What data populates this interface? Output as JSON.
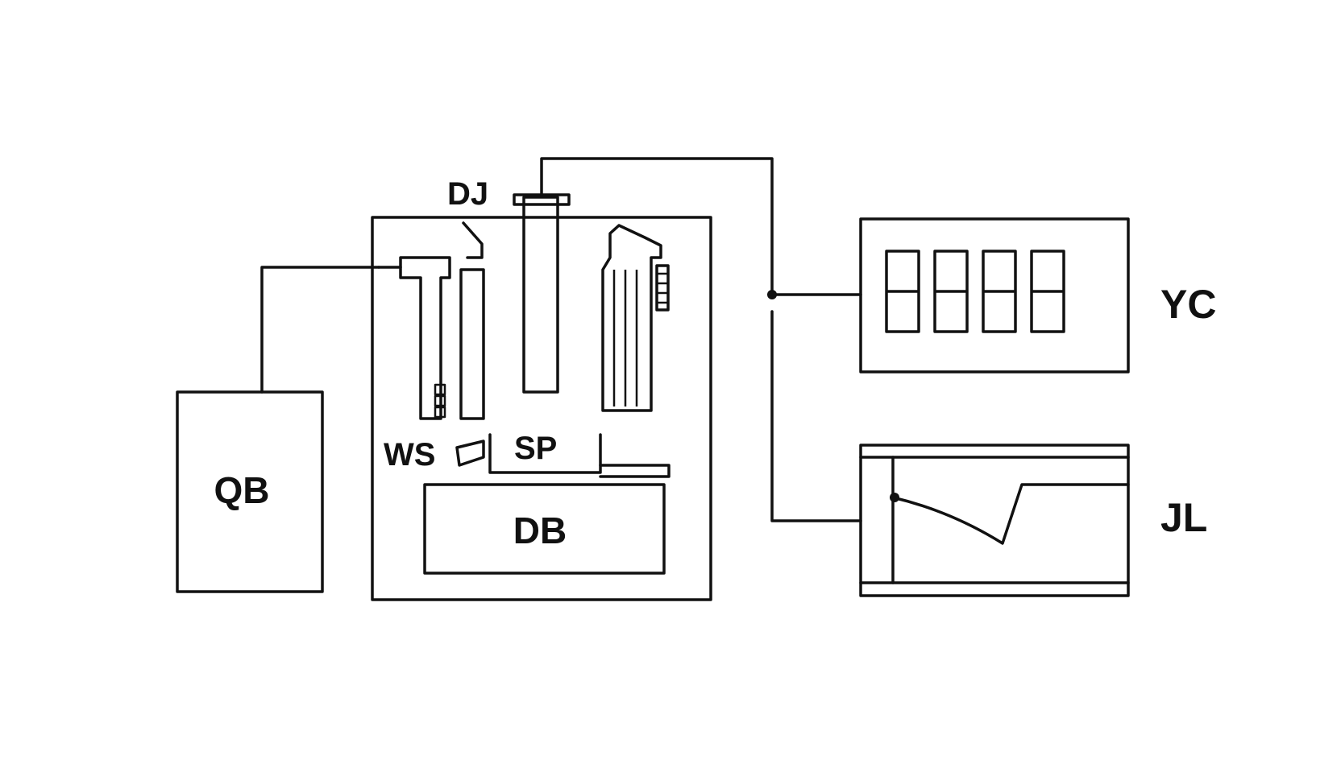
{
  "labels": {
    "qb": "QB",
    "db": "DB",
    "dj": "DJ",
    "ws": "WS",
    "sp": "SP",
    "yc": "YC",
    "jl": "JL"
  }
}
